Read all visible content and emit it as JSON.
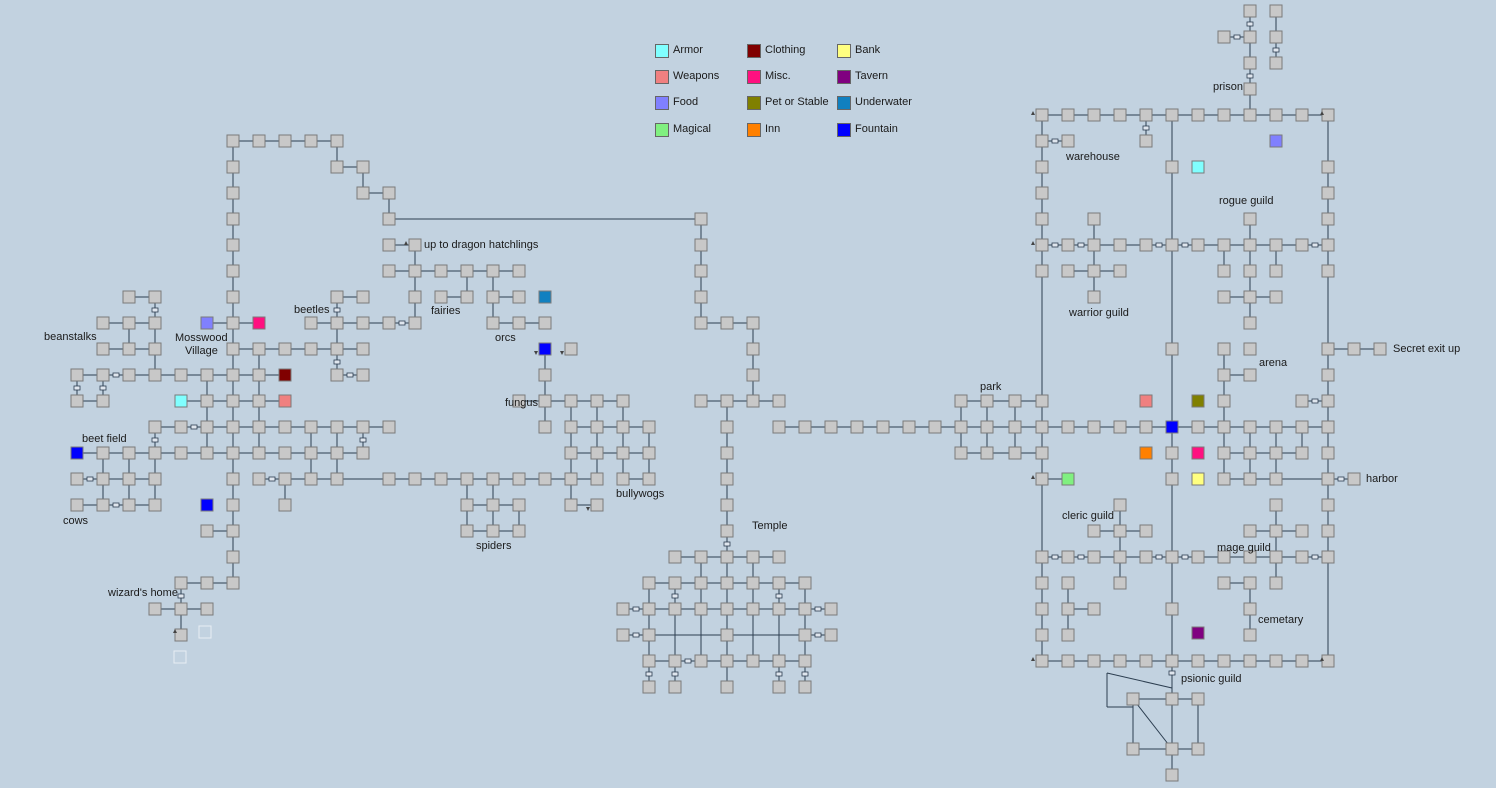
{
  "legend": {
    "armor": {
      "label": "Armor",
      "color": "#80ffff"
    },
    "weapons": {
      "label": "Weapons",
      "color": "#f08080"
    },
    "food": {
      "label": "Food",
      "color": "#8080ff"
    },
    "magical": {
      "label": "Magical",
      "color": "#80f080"
    },
    "clothing": {
      "label": "Clothing",
      "color": "#800000"
    },
    "misc": {
      "label": "Misc.",
      "color": "#ff1080"
    },
    "pet": {
      "label": "Pet or Stable",
      "color": "#808000"
    },
    "inn": {
      "label": "Inn",
      "color": "#ff8000"
    },
    "bank": {
      "label": "Bank",
      "color": "#ffff80"
    },
    "tavern": {
      "label": "Tavern",
      "color": "#800080"
    },
    "underwater": {
      "label": "Underwater",
      "color": "#1080c0"
    },
    "fountain": {
      "label": "Fountain",
      "color": "#0000ff"
    }
  },
  "labels": {
    "mosswood": "Mosswood",
    "village": "Village",
    "beanstalks": "beanstalks",
    "beetles": "beetles",
    "fairies": "fairies",
    "orcs": "orcs",
    "dragon": "up to dragon hatchlings",
    "fungus": "fungus",
    "bullywogs": "bullywogs",
    "spiders": "spiders",
    "beet_field": "beet field",
    "cows": "cows",
    "wizards_home": "wizard's home",
    "temple": "Temple",
    "park": "park",
    "prison": "prison",
    "warehouse": "warehouse",
    "rogue_guild": "rogue guild",
    "warrior_guild": "warrior guild",
    "arena": "arena",
    "secret_exit": "Secret exit up",
    "harbor": "harbor",
    "cleric_guild": "cleric guild",
    "mage_guild": "mage guild",
    "cemetary": "cemetary",
    "psionic_guild": "psionic guild"
  }
}
